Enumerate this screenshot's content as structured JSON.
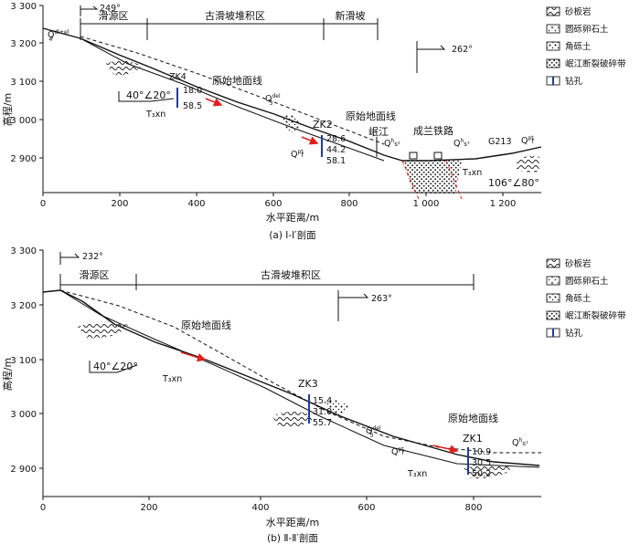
{
  "panels": [
    {
      "id": "a",
      "caption": "(a)  Ⅰ-Ⅰ′剖面",
      "y_label": "高程/m",
      "x_label": "水平距离/m",
      "y_ticks": [
        "3 300",
        "3 200",
        "3 100",
        "3 000",
        "2 900"
      ],
      "x_ticks": [
        "0",
        "200",
        "400",
        "600",
        "800",
        "1 000",
        "1 200"
      ],
      "zones": [
        "滑源区",
        "古滑坡堆积区",
        "新滑坡"
      ],
      "orientation_main": "249°",
      "orientation_side": "262°",
      "labels": {
        "q4": "Q",
        "q4_sup": "dl+el",
        "q4_sub": "4",
        "zk4": "ZK4",
        "zk4_d1": "18.0",
        "zk4_d2": "58.5",
        "orig_ground_1": "原始地面线",
        "orig_ground_2": "原始地面线",
        "q3del": "Q",
        "q3del_sup": "del",
        "q3del_sub": "3",
        "attitude_1": "40°∠20°",
        "t3xn": "T₃xn",
        "zk2": "ZK2",
        "zk2_d1": "28.6",
        "zk2_d2": "44.2",
        "zk2_d3": "58.1",
        "qf": "Q",
        "qf_sup": "pt",
        "qf_sub": "f",
        "minjiang": "岷江",
        "qs2": "Q",
        "qs2_sup": "h",
        "qs2_sub": "s²",
        "chenglan": "成兰铁路",
        "qs1": "Q",
        "qs1_sup": "h",
        "qs1_sub": "s¹",
        "g213": "G213",
        "qpf": "Q",
        "qpf_sup": "pt",
        "qpf_sub": "f",
        "t3xn_2": "T₃xn",
        "attitude_2": "106°∠80°"
      }
    },
    {
      "id": "b",
      "caption": "(b)  Ⅱ-Ⅱ′剖面",
      "y_label": "高程/m",
      "x_label": "水平距离/m",
      "y_ticks": [
        "3 300",
        "3 200",
        "3 100",
        "3 000",
        "2 900"
      ],
      "x_ticks": [
        "0",
        "200",
        "400",
        "600",
        "800"
      ],
      "zones": [
        "滑源区",
        "古滑坡堆积区"
      ],
      "orientation_main": "232°",
      "orientation_side": "263°",
      "labels": {
        "orig_ground_1": "原始地面线",
        "orig_ground_2": "原始地面线",
        "attitude": "40°∠20°",
        "t3xn": "T₃xn",
        "zk3": "ZK3",
        "zk3_d1": "15.4",
        "zk3_d2": "31.0",
        "zk3_d3": "55.7",
        "q3del": "Q",
        "q3del_sup": "del",
        "q3del_sub": "3",
        "qf": "Q",
        "qf_sup": "pt",
        "qf_sub": "f",
        "zk1": "ZK1",
        "zk1_d1": "10.9",
        "zk1_d2": "30.5",
        "zk1_d3": "50.2",
        "qs1": "Q",
        "qs1_sup": "h",
        "qs1_sub": "s¹",
        "t3xn_2": "T₃xn"
      }
    }
  ],
  "legend": [
    {
      "key": "sandstone-slate",
      "label": "砂板岩"
    },
    {
      "key": "gravel-boulder",
      "label": "圆砾卵石土"
    },
    {
      "key": "angular-gravel",
      "label": "角砾土"
    },
    {
      "key": "fault-breccia",
      "label": "岷江断裂破碎带"
    },
    {
      "key": "borehole",
      "label": "钻孔"
    }
  ],
  "colors": {
    "borehole": "#1f3c9a",
    "slip_arrow": "#e02020",
    "fault": "#e02020"
  }
}
